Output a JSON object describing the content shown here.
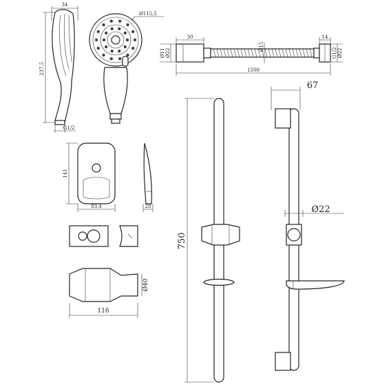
{
  "dimensions": {
    "handshower_depth": "34",
    "handshower_length": "237,5",
    "handshower_thread": "G1/2",
    "face_diameter": "Ø115,5",
    "hose_nut": "30",
    "hose_end": "14",
    "hose_length": "1500",
    "hose_left_dia_a": "Ø11",
    "hose_left_dia_b": "Ø22",
    "hose_core": "Ø15",
    "hose_right_dia": "G1/2",
    "hose_right_dia_b": "Ø22",
    "soap_height": "141",
    "soap_width": "83,4",
    "soap_depth": "20",
    "bar_length": "750",
    "bar_offset": "67",
    "bar_diameter": "Ø22",
    "slider_width": "116",
    "slider_height": "Ø40"
  }
}
